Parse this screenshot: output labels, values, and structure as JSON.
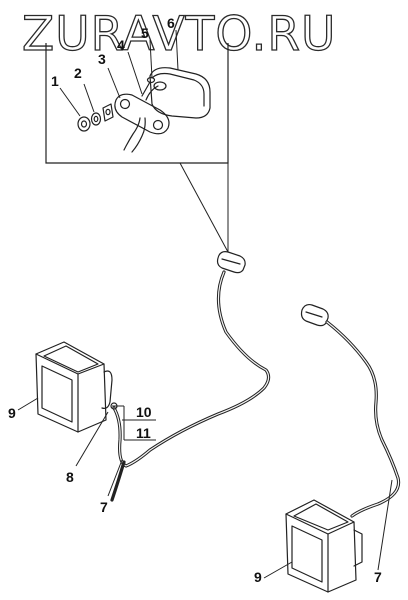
{
  "watermark": "ZURAVTO.RU",
  "callouts": {
    "p1": "1",
    "p2": "2",
    "p3": "3",
    "p4": "4",
    "p5": "5",
    "p6": "6",
    "p7a": "7",
    "p7b": "7",
    "p8": "8",
    "p9a": "9",
    "p9b": "9",
    "p10": "10",
    "p11": "11"
  }
}
